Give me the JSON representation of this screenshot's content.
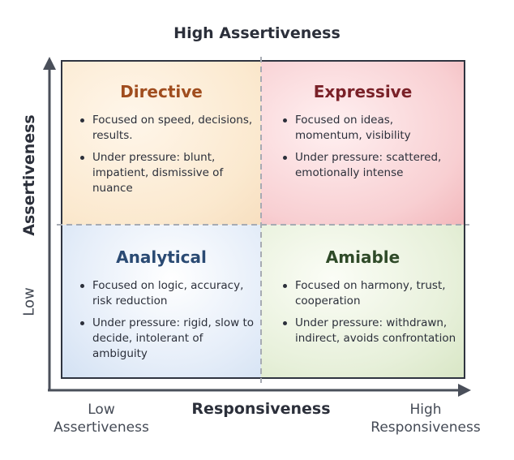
{
  "labels": {
    "top": "High Assertiveness",
    "y_axis": "Assertiveness",
    "y_low": "Low",
    "x_axis": "Responsiveness",
    "x_low": [
      "Low",
      "Assertiveness"
    ],
    "x_high": [
      "High",
      "Responsiveness"
    ]
  },
  "quadrants": {
    "directive": {
      "title": "Directive",
      "color": "#a04d1e",
      "points": [
        "Focused on speed, decisions, results.",
        "Under pressure: blunt, impatient, dismissive of nuance"
      ]
    },
    "expressive": {
      "title": "Expressive",
      "color": "#7a2128",
      "points": [
        "Focused on ideas, momentum, visibility",
        "Under pressure: scattered, emotionally intense"
      ]
    },
    "analytical": {
      "title": "Analytical",
      "color": "#2a4a73",
      "points": [
        "Focused on logic, accuracy, risk reduction",
        "Under pressure: rigid, slow to decide, intolerant of ambiguity"
      ]
    },
    "amiable": {
      "title": "Amiable",
      "color": "#2f4a28",
      "points": [
        "Focused on harmony, trust, cooperation",
        "Under pressure: withdrawn, indirect, avoids confrontation"
      ]
    }
  }
}
